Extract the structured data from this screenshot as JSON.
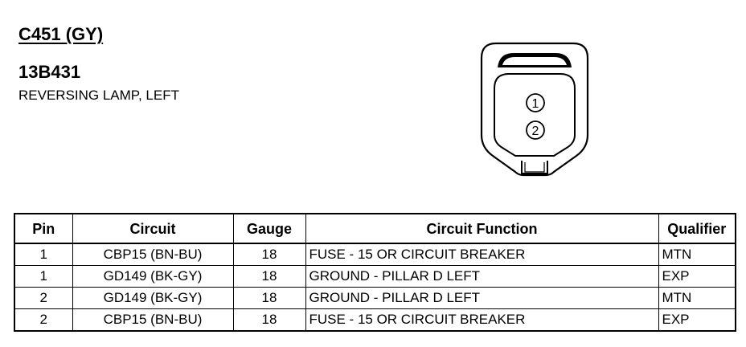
{
  "connector": {
    "id": "C451 (GY)",
    "part_number": "13B431",
    "description": "REVERSING LAMP, LEFT",
    "pin_labels": [
      "1",
      "2"
    ]
  },
  "table": {
    "headers": [
      "Pin",
      "Circuit",
      "Gauge",
      "Circuit Function",
      "Qualifier"
    ],
    "rows": [
      [
        "1",
        "CBP15 (BN-BU)",
        "18",
        "FUSE - 15 OR CIRCUIT BREAKER",
        "MTN"
      ],
      [
        "1",
        "GD149 (BK-GY)",
        "18",
        "GROUND - PILLAR D LEFT",
        "EXP"
      ],
      [
        "2",
        "GD149 (BK-GY)",
        "18",
        "GROUND - PILLAR D LEFT",
        "MTN"
      ],
      [
        "2",
        "CBP15 (BN-BU)",
        "18",
        "FUSE - 15 OR CIRCUIT BREAKER",
        "EXP"
      ]
    ]
  }
}
